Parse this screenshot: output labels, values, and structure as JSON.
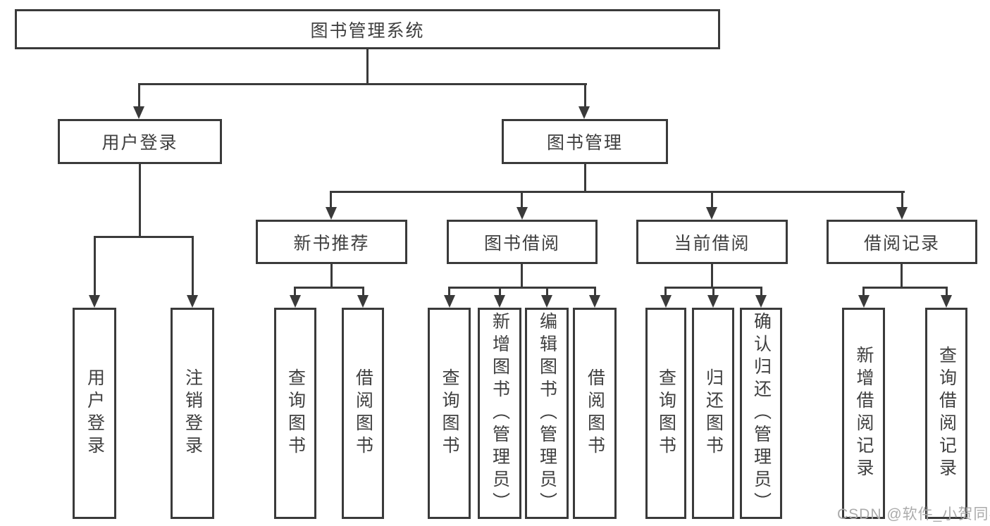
{
  "diagram": {
    "root": {
      "label": "图书管理系统"
    },
    "user_login": {
      "label": "用户登录",
      "children": [
        {
          "label": "用户登录"
        },
        {
          "label": "注销登录"
        }
      ]
    },
    "book_mgmt": {
      "label": "图书管理",
      "sections": [
        {
          "label": "新书推荐",
          "children": [
            {
              "label": "查询图书"
            },
            {
              "label": "借阅图书"
            }
          ]
        },
        {
          "label": "图书借阅",
          "children": [
            {
              "label": "查询图书"
            },
            {
              "label": "新增图书（管理员）"
            },
            {
              "label": "编辑图书（管理员）"
            },
            {
              "label": "借阅图书"
            }
          ]
        },
        {
          "label": "当前借阅",
          "children": [
            {
              "label": "查询图书"
            },
            {
              "label": "归还图书"
            },
            {
              "label": "确认归还（管理员）"
            }
          ]
        },
        {
          "label": "借阅记录",
          "children": [
            {
              "label": "新增借阅记录"
            },
            {
              "label": "查询借阅记录"
            }
          ]
        }
      ]
    },
    "colors": {
      "line": "#3a3a3a",
      "text": "#3f3f3f",
      "watermark": "#ababab"
    }
  },
  "watermark": {
    "text": "CSDN @软件_小贺同学"
  }
}
